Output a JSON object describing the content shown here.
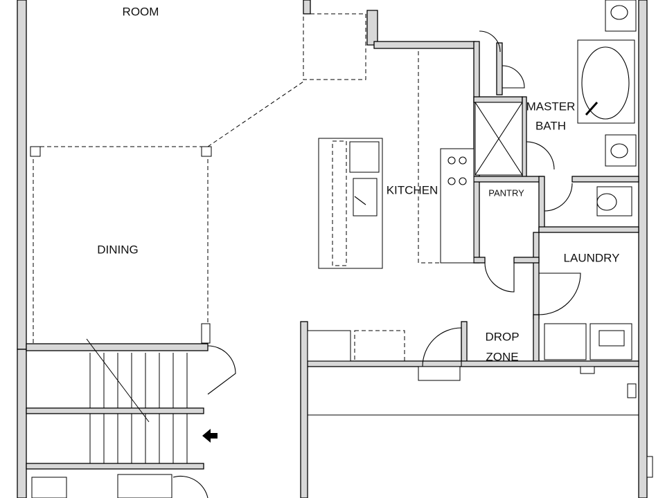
{
  "plan": {
    "rooms": {
      "room": "ROOM",
      "dining": "DINING",
      "kitchen": "KITCHEN",
      "master_bath_line1": "MASTER",
      "master_bath_line2": "BATH",
      "pantry": "PANTRY",
      "laundry": "LAUNDRY",
      "drop_zone_line1": "DROP",
      "drop_zone_line2": "ZONE"
    }
  }
}
